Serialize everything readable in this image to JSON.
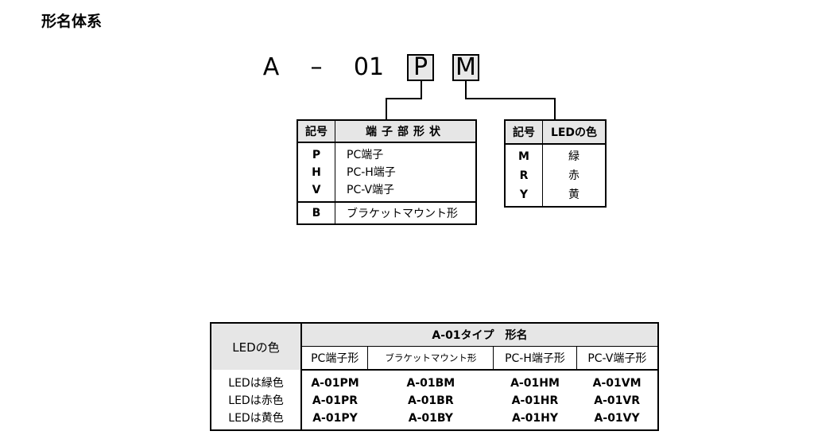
{
  "title": "形名体系",
  "code": {
    "parts": [
      "A",
      "–",
      "01"
    ],
    "boxes": [
      "P",
      "M"
    ]
  },
  "terminal_table": {
    "headers": [
      "記号",
      "端子部形状"
    ],
    "group": [
      {
        "code": "P",
        "label": "PC端子"
      },
      {
        "code": "H",
        "label": "PC-H端子"
      },
      {
        "code": "V",
        "label": "PC-V端子"
      }
    ],
    "last": {
      "code": "B",
      "label": "ブラケットマウント形"
    }
  },
  "led_table": {
    "headers": [
      "記号",
      "LEDの色"
    ],
    "rows": [
      {
        "code": "M",
        "label": "緑"
      },
      {
        "code": "R",
        "label": "赤"
      },
      {
        "code": "Y",
        "label": "黄"
      }
    ]
  },
  "model_table": {
    "row_header": "LEDの色",
    "super_header": "A-01タイプ　形名",
    "columns": [
      "PC端子形",
      "ブラケットマウント形",
      "PC-H端子形",
      "PC-V端子形"
    ],
    "rows": [
      {
        "led": "LEDは緑色",
        "models": [
          "A-01PM",
          "A-01BM",
          "A-01HM",
          "A-01VM"
        ]
      },
      {
        "led": "LEDは赤色",
        "models": [
          "A-01PR",
          "A-01BR",
          "A-01HR",
          "A-01VR"
        ]
      },
      {
        "led": "LEDは黄色",
        "models": [
          "A-01PY",
          "A-01BY",
          "A-01HY",
          "A-01VY"
        ]
      }
    ]
  }
}
